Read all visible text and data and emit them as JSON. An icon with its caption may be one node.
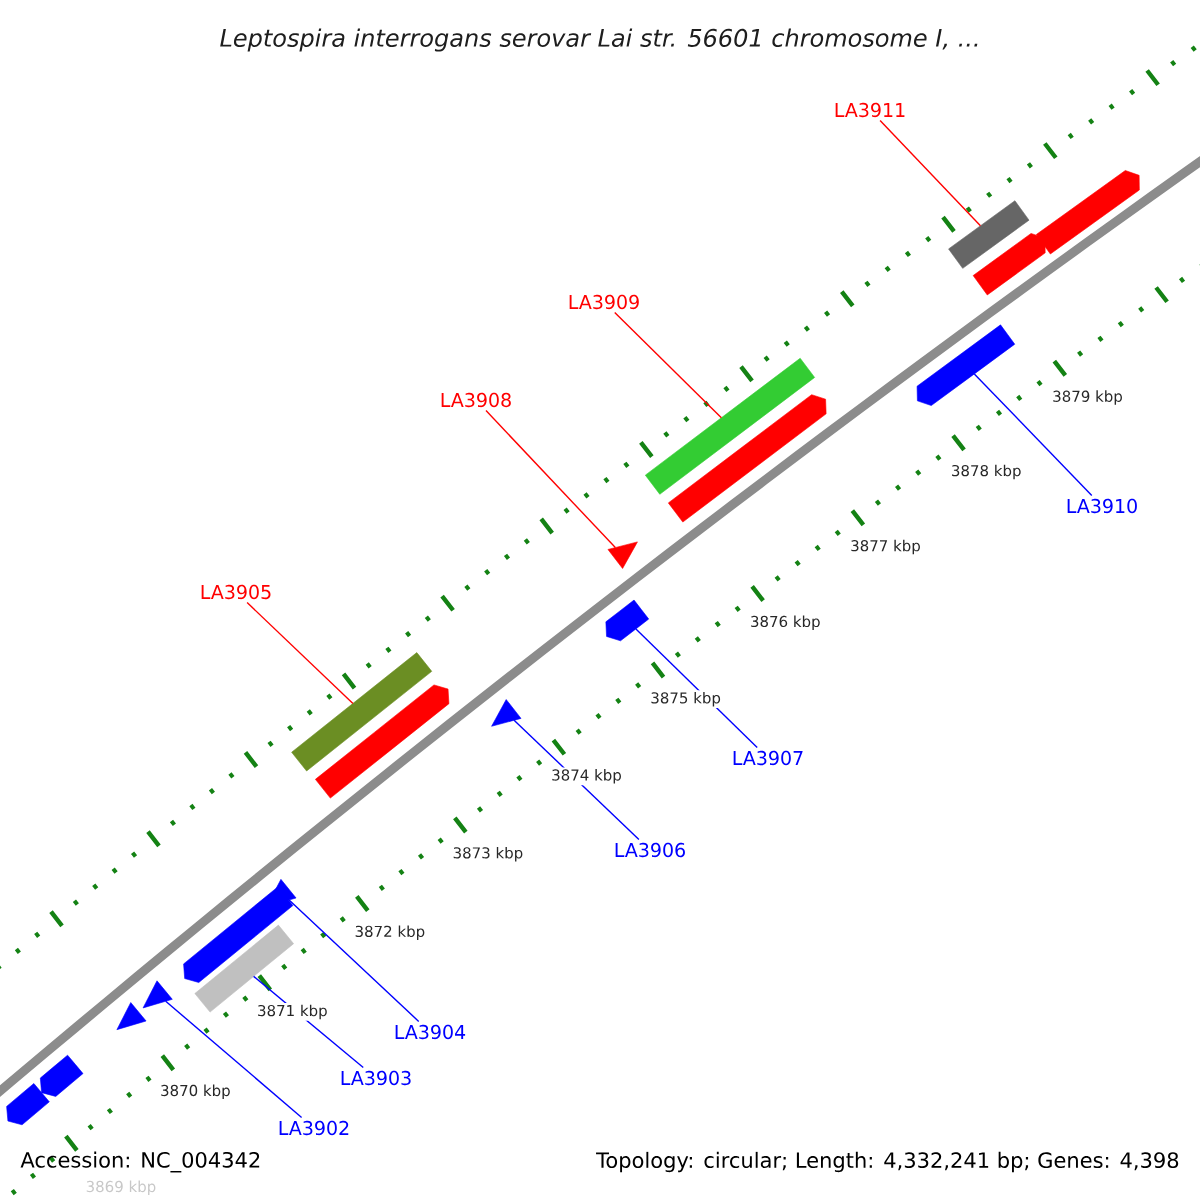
{
  "diagram": {
    "title": "Leptospira interrogans serovar Lai str. 56601 chromosome I, ...",
    "nodes": [
      {
        "text": [],
        "shape": "arrow"
      },
      {
        "text": [],
        "shape": "arrow"
      },
      {
        "text": [],
        "shape": "triangle"
      },
      {
        "text": [],
        "shape": "triangle"
      },
      {
        "text": [],
        "shape": "bar"
      },
      {
        "text": [],
        "shape": "arrow"
      },
      {
        "text": [],
        "shape": "triangle"
      },
      {
        "text": [],
        "shape": "bar"
      },
      {
        "text": [],
        "shape": "arrow"
      },
      {
        "text": [],
        "shape": "triangle"
      },
      {
        "text": [],
        "shape": "triangle"
      },
      {
        "text": [],
        "shape": "arrow"
      },
      {
        "text": [],
        "shape": "bar"
      },
      {
        "text": [],
        "shape": "arrow"
      },
      {
        "text": [],
        "shape": "arrow"
      },
      {
        "text": [],
        "shape": "bar"
      },
      {
        "text": [],
        "shape": "arrow"
      },
      {
        "text": [],
        "shape": "arrow"
      },
      {
        "text": [
          "LA3911"
        ]
      },
      {
        "text": [
          "LA3909"
        ]
      },
      {
        "text": [
          "LA3908"
        ]
      },
      {
        "text": [
          "LA3905"
        ]
      },
      {
        "text": [
          "LA3910"
        ]
      },
      {
        "text": [
          "LA3907"
        ]
      },
      {
        "text": [
          "LA3906"
        ]
      },
      {
        "text": [
          "LA3904"
        ]
      },
      {
        "text": [
          "LA3903"
        ]
      },
      {
        "text": [
          "LA3902"
        ]
      }
    ],
    "edges": [
      {
        "from": 18,
        "to": 15,
        "arrow": "none",
        "color": "#ff0000"
      },
      {
        "from": 19,
        "to": 12,
        "arrow": "none",
        "color": "#ff0000"
      },
      {
        "from": 20,
        "to": 10,
        "arrow": "none",
        "color": "#ff0000"
      },
      {
        "from": 21,
        "to": 7,
        "arrow": "none",
        "color": "#ff0000"
      },
      {
        "from": 22,
        "to": 14,
        "arrow": "none"
      },
      {
        "from": 23,
        "to": 11,
        "arrow": "none"
      },
      {
        "from": 24,
        "to": 9,
        "arrow": "none"
      },
      {
        "from": 25,
        "to": 6,
        "arrow": "none"
      },
      {
        "from": 26,
        "to": 4,
        "arrow": "none"
      },
      {
        "from": 27,
        "to": 3,
        "arrow": "none"
      }
    ],
    "labels": [
      "3879 kbp",
      "3878 kbp",
      "3877 kbp",
      "3876 kbp",
      "3875 kbp",
      "3874 kbp",
      "3873 kbp",
      "3872 kbp",
      "3871 kbp",
      "3870 kbp",
      "Accession: NC_004342",
      "Topology: circular; Length: 4,332,241 bp; Genes: 4,398",
      "3869 kbp"
    ]
  }
}
